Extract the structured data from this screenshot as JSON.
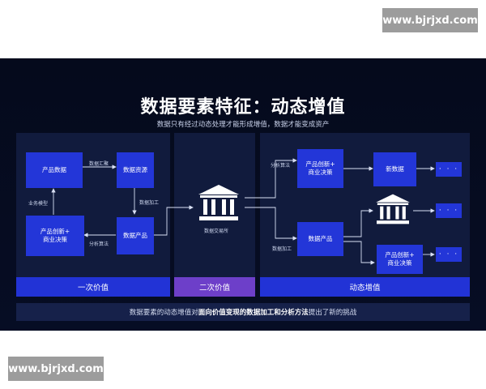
{
  "watermark": {
    "top": "www.bjrjxd.com",
    "bottom": "www.bjrjxd.com"
  },
  "slide": {
    "title": "数据要素特征：动态增值",
    "subtitle": "数据只有经过动态处理才能形成增值，数据才能变成资产"
  },
  "left_panel": {
    "node_product_data": "产品数据",
    "node_data_resource": "数据资源",
    "node_innovation": [
      "产品创新+",
      "商业决策"
    ],
    "node_data_product": "数据产品",
    "label_aggregate": "数据汇聚",
    "label_process": "数据加工",
    "label_business_model": "业务模型",
    "label_analysis": "分析算法",
    "band": "一次价值"
  },
  "middle_panel": {
    "exchange_label": "数据交易所",
    "band": "二次价值"
  },
  "right_panel": {
    "node_innovation_top": [
      "产品创新+",
      "商业决策"
    ],
    "node_new_data": "新数据",
    "node_data_product": "数据产品",
    "node_innovation_bottom": [
      "产品创新+",
      "商业决策"
    ],
    "label_analysis_top": "分析算法",
    "label_process": "数据加工",
    "dots": "· · ·",
    "band": "动态增值"
  },
  "footer": {
    "part1": "数据要素的动态增值对",
    "part2": "面向价值变现的数据加工和分析方法",
    "part3": "提出了新的挑战"
  },
  "colors": {
    "node_blue": "#2336d8",
    "band_blue": "#2233d6",
    "band_purple": "#6d3fc9",
    "panel": "#111b3d",
    "background": "#060d24"
  }
}
